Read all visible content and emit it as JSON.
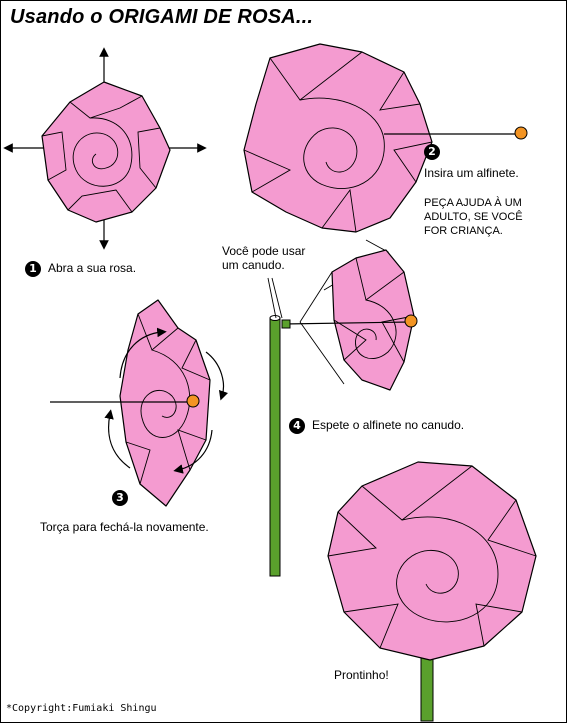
{
  "title": "Usando o ORIGAMI DE ROSA...",
  "steps": [
    {
      "number": "1",
      "text": "Abra a sua rosa."
    },
    {
      "number": "2",
      "text": "Insira um alfinete."
    },
    {
      "number": "3",
      "text": "Torça para fechá-la novamente."
    },
    {
      "number": "4",
      "text": "Espete o alfinete no canudo."
    }
  ],
  "warning": [
    "PEÇA AJUDA À UM",
    "ADULTO, SE VOCÊ",
    "FOR CRIANÇA."
  ],
  "straw_note": [
    "Você pode usar",
    "um canudo."
  ],
  "final_label": "Prontinho!",
  "copyright": "*Copyright:Fumiaki Shingu",
  "colors": {
    "petal": "#f49bd0",
    "pin_head": "#f39423",
    "straw": "#5aa02c"
  }
}
